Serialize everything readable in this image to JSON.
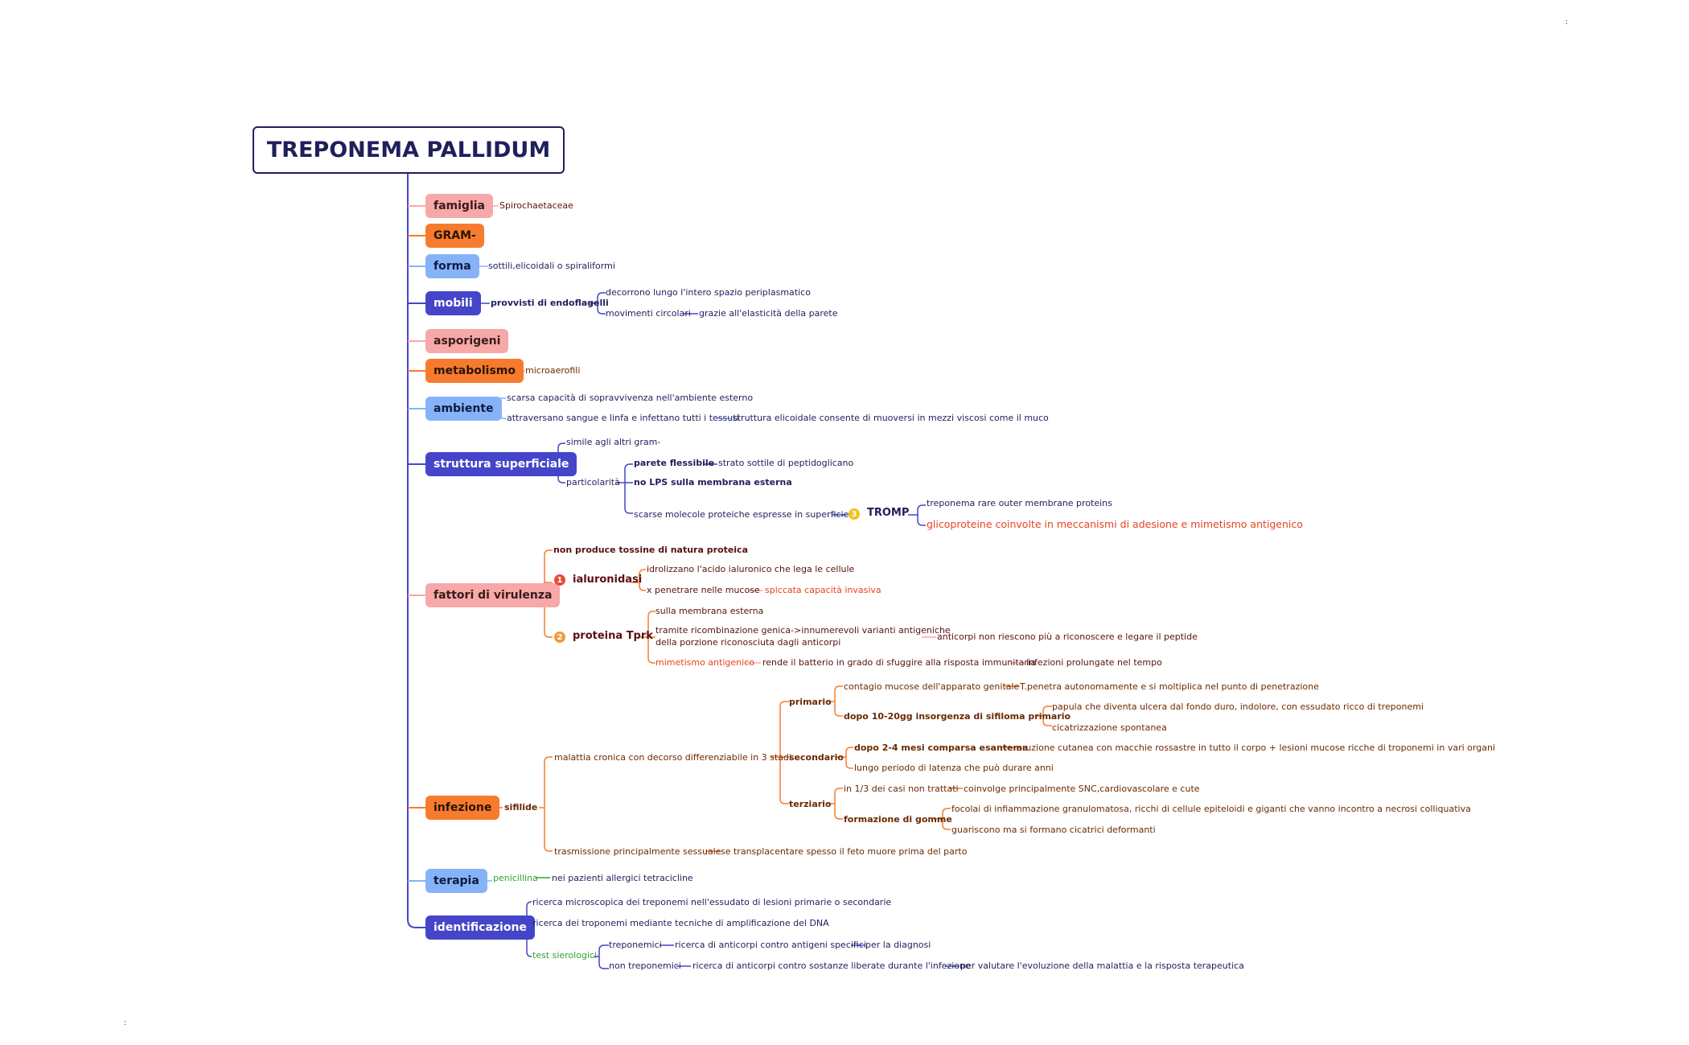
{
  "title": "TREPONEMA PALLIDUM",
  "categories": {
    "famiglia": "famiglia",
    "gram": "GRAM-",
    "forma": "forma",
    "mobili": "mobili",
    "asporigeni": "asporigeni",
    "metabolismo": "metabolismo",
    "ambiente": "ambiente",
    "struttura": "struttura superficiale",
    "virulenza": "fattori di virulenza",
    "infezione": "infezione",
    "terapia": "terapia",
    "identificazione": "identificazione"
  },
  "nodes": {
    "spirochaetaceae": "Spirochaetaceae",
    "forma_desc": "sottili,elicoidali o spiraliformi",
    "endoflagelli": "provvisti di endoflagelli",
    "decorrono": "decorrono lungo l'intero spazio periplasmatico",
    "movimenti": "movimenti circolari",
    "elasticita": "grazie all'elasticità della parete",
    "microaerofili": "microaerofili",
    "scarsa_cap": "scarsa capacità di sopravvivenza nell'ambiente esterno",
    "attraversano": "attraversano sangue e linfa e infettano tutti i tessuti",
    "struttura_elic": "struttura elicoidale consente di muoversi in mezzi viscosi come il muco",
    "simile": "simile agli altri gram-",
    "particolarita": "particolarità",
    "parete_fless": "parete flessibile",
    "strato_sottile": "strato sottile di peptidoglicano",
    "no_lps": "no LPS sulla membrana esterna",
    "scarse_molecole": "scarse molecole proteiche espresse in superficie",
    "tromp": "TROMP",
    "tromp_def": "treponema rare outer membrane proteins",
    "glicoproteine": "glicoproteine coinvolte in meccanismi di adesione e mimetismo antigenico",
    "non_produce": "non produce tossine di natura proteica",
    "ialuronidasi": "ialuronidasi",
    "idrolizzano": "idrolizzano l'acido ialuronico che lega le cellule",
    "penetrare": "x penetrare nelle mucose",
    "spiccata": "spiccata capacità invasiva",
    "tprk": "proteina Tprk",
    "sulla_membrana": "sulla membrana esterna",
    "ricombinazione_1": "tramite ricombinazione genica->innumerevoli varianti antigeniche",
    "ricombinazione_2": "della porzione riconosciuta dagli anticorpi",
    "anticorpi_non": "anticorpi non riescono più a riconoscere e legare il peptide",
    "mimetismo": "mimetismo antigenico",
    "rende": "rende il batterio in grado di sfuggire alla risposta immunitaria",
    "infezioni_prol": "infezioni prolungate nel tempo",
    "sifilide": "sifilide",
    "malattia": "malattia cronica con decorso differenziabile in 3 stadi",
    "primario": "primario",
    "contagio": "contagio mucose dell'apparato genitale",
    "tpenetra": "T.penetra autonomamente e si moltiplica nel punto di penetrazione",
    "dopo1020": "dopo 10-20gg insorgenza di sifiloma primario",
    "papula": "papula che diventa ulcera dal fondo duro, indolore, con essudato ricco di treponemi",
    "cicatrizzazione": "cicatrizzazione spontanea",
    "secondario": "secondario",
    "dopo24": "dopo 2-4 mesi comparsa esantema",
    "eruzione": "eruzione cutanea con macchie rossastre in tutto il corpo + lesioni mucose ricche di troponemi in vari organi",
    "lungo_periodo": "lungo periodo di latenza che può durare anni",
    "terziario": "terziario",
    "in13": "in 1/3 dei casi non trattati",
    "coinvolge": "coinvolge principalmente SNC,cardiovascolare e cute",
    "gomme": "formazione di gomme",
    "focolai": "focolai di infiammazione granulomatosa, ricchi di cellule epiteloidi e giganti che vanno incontro a necrosi colliquativa",
    "guariscono": "guariscono ma si formano cicatrici deformanti",
    "trasmissione": "trasmissione principalmente sessuale",
    "transplacentare": "se transplacentare spesso il feto muore prima del parto",
    "penicillina": "penicillina",
    "allergici": "nei pazienti allergici tetracicline",
    "ricerca_micro": "ricerca microscopica dei treponemi nell'essudato di lesioni primarie o secondarie",
    "ricerca_dna": "ricerca dei troponemi mediante tecniche di amplificazione del DNA",
    "test_sier": "test sierologici",
    "treponemici": "treponemici",
    "ricerca_ant_spec": "ricerca di anticorpi contro antigeni specifici",
    "per_diagnosi": "per la diagnosi",
    "non_treponemici": "non treponemici",
    "ricerca_ant_sost": "ricerca di anticorpi contro sostanze liberate durante l'infezione",
    "per_valutare": "per valutare l'evoluzione della malattia e la risposta terapeutica"
  },
  "badges": {
    "one": "1",
    "two": "2",
    "three": "3"
  },
  "colors": {
    "navy": "#1f1f5c",
    "pink": "#f7a8a8",
    "orange": "#f77b2e",
    "light_blue": "#86b3f7",
    "dark_blue": "#4545c9",
    "red": "#e8421f",
    "green": "#2ea32e"
  }
}
